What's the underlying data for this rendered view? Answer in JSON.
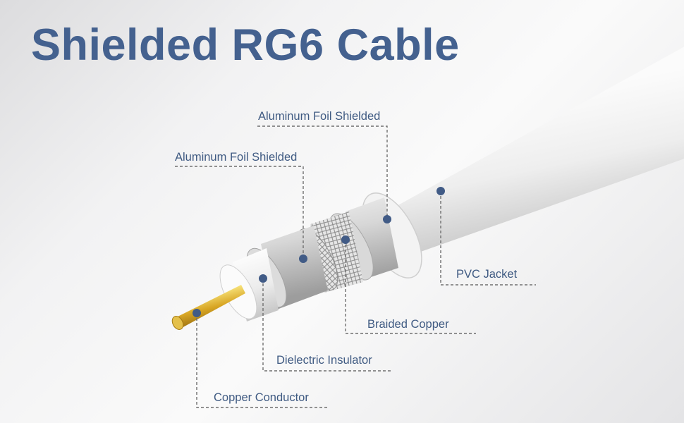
{
  "title": "Shielded RG6 Cable",
  "labels": {
    "outer_foil": "Aluminum Foil Shielded",
    "inner_foil": "Aluminum Foil Shielded",
    "pvc_jacket": "PVC Jacket",
    "braided_copper": "Braided Copper",
    "dielectric": "Dielectric Insulator",
    "copper_conductor": "Copper Conductor"
  },
  "colors": {
    "title": "#44618f",
    "label": "#3f5a82",
    "marker": "#415b86",
    "leader": "#6f6f6f"
  }
}
